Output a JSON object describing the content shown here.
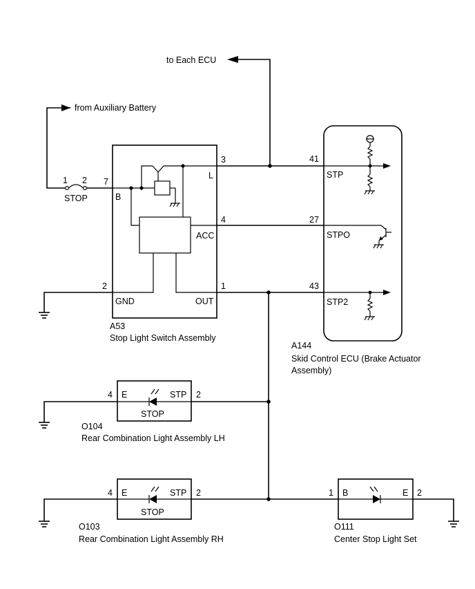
{
  "labels": {
    "to_each_ecu": "to Each ECU",
    "from_aux_battery": "from Auxiliary Battery",
    "fuse_pin_1": "1",
    "fuse_pin_2": "2",
    "fuse_name": "STOP"
  },
  "a53": {
    "code": "A53",
    "name": "Stop Light Switch Assembly",
    "pins": {
      "p7": "7",
      "p3": "3",
      "p4": "4",
      "p2": "2",
      "p1": "1"
    },
    "terminals": {
      "B": "B",
      "L": "L",
      "ACC": "ACC",
      "GND": "GND",
      "OUT": "OUT"
    }
  },
  "a144": {
    "code": "A144",
    "name_line1": "Skid Control ECU (Brake Actuator",
    "name_line2": "Assembly)",
    "pins": {
      "p41": "41",
      "p27": "27",
      "p43": "43"
    },
    "terminals": {
      "STP": "STP",
      "STPO": "STPO",
      "STP2": "STP2"
    }
  },
  "o104": {
    "code": "O104",
    "name": "Rear Combination Light Assembly LH",
    "pin_left": "4",
    "pin_right": "2",
    "term_left": "E",
    "term_right": "STP",
    "lamp": "STOP"
  },
  "o103": {
    "code": "O103",
    "name": "Rear Combination Light Assembly RH",
    "pin_left": "4",
    "pin_right": "2",
    "term_left": "E",
    "term_right": "STP",
    "lamp": "STOP"
  },
  "o111": {
    "code": "O111",
    "name": "Center Stop Light Set",
    "pin_left": "1",
    "pin_right": "2",
    "term_left": "B",
    "term_right": "E"
  }
}
